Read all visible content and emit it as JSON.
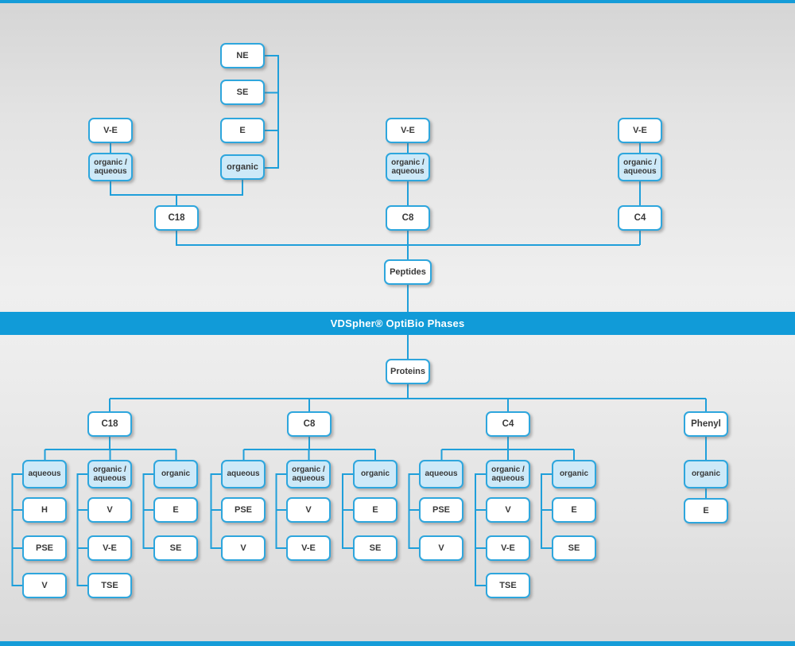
{
  "banner": {
    "title": "VDSpher® OptiBio Phases"
  },
  "colors": {
    "accent": "#159cd8",
    "light_box_fill": "#cde9f8",
    "box_border": "#2ea6dd"
  },
  "peptides": {
    "root": "Peptides",
    "c18": {
      "column": "C18",
      "ve": "V-E",
      "organic_aqueous": "organic /\naqueous",
      "ne": "NE",
      "se": "SE",
      "e": "E",
      "organic": "organic"
    },
    "c8": {
      "column": "C8",
      "ve": "V-E",
      "organic_aqueous": "organic /\naqueous"
    },
    "c4": {
      "column": "C4",
      "ve": "V-E",
      "organic_aqueous": "organic /\naqueous"
    }
  },
  "proteins": {
    "root": "Proteins",
    "c18": {
      "column": "C18",
      "aqueous": {
        "label": "aqueous",
        "children": [
          "H",
          "PSE",
          "V"
        ]
      },
      "organic_aqueous": {
        "label": "organic /\naqueous",
        "children": [
          "V",
          "V-E",
          "TSE"
        ]
      },
      "organic": {
        "label": "organic",
        "children": [
          "E",
          "SE"
        ]
      }
    },
    "c8": {
      "column": "C8",
      "aqueous": {
        "label": "aqueous",
        "children": [
          "PSE",
          "V"
        ]
      },
      "organic_aqueous": {
        "label": "organic /\naqueous",
        "children": [
          "V",
          "V-E"
        ]
      },
      "organic": {
        "label": "organic",
        "children": [
          "E",
          "SE"
        ]
      }
    },
    "c4": {
      "column": "C4",
      "aqueous": {
        "label": "aqueous",
        "children": [
          "PSE",
          "V"
        ]
      },
      "organic_aqueous": {
        "label": "organic /\naqueous",
        "children": [
          "V",
          "V-E",
          "TSE"
        ]
      },
      "organic": {
        "label": "organic",
        "children": [
          "E",
          "SE"
        ]
      }
    },
    "phenyl": {
      "column": "Phenyl",
      "organic": {
        "label": "organic",
        "children": [
          "E"
        ]
      }
    }
  }
}
